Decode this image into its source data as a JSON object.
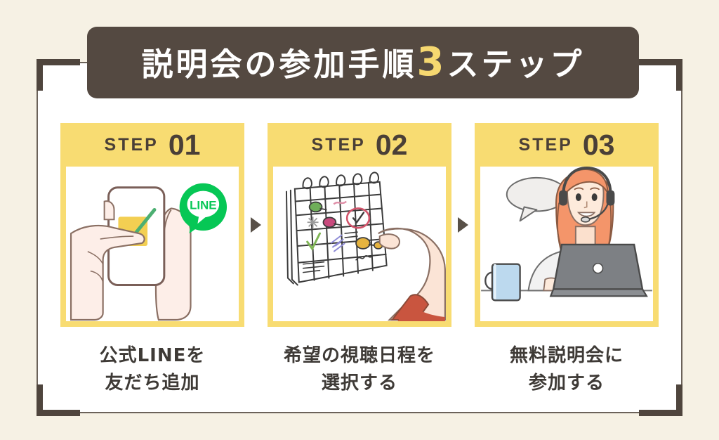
{
  "colors": {
    "page_background": "#f6f1e4",
    "panel_background": "#ffffff",
    "banner_dark_brown": "#544941",
    "accent_yellow": "#f8dc72",
    "title_accent": "#f6d870",
    "text_dark": "#3e3a36",
    "frame_gray": "#6b6259",
    "line_green": "#06c755",
    "mug_blue": "#bcd9ee",
    "sleeve_red": "#c9553f",
    "hair_orange": "#f08a5d"
  },
  "header": {
    "title_prefix": "説明会の参加手順",
    "title_accent": "3",
    "title_suffix": "ステップ",
    "title_full": "説明会の参加手順3ステップ"
  },
  "flow": {
    "arrow_icon": "triangle-right-icon",
    "arrows": [
      "▶",
      "▶"
    ]
  },
  "steps": [
    {
      "step_word": "STEP",
      "step_number": "01",
      "illustration": "hands-holding-phone-with-line-logo",
      "line_badge_text": "LINE",
      "caption_line1": "公式LINEを",
      "caption_line2": "友だち追加"
    },
    {
      "step_word": "STEP",
      "step_number": "02",
      "illustration": "hand-pinning-calendar-date",
      "caption_line1": "希望の視聴日程を",
      "caption_line2": "選択する"
    },
    {
      "step_word": "STEP",
      "step_number": "03",
      "illustration": "woman-with-headset-at-laptop",
      "caption_line1": "無料説明会に",
      "caption_line2": "参加する"
    }
  ]
}
